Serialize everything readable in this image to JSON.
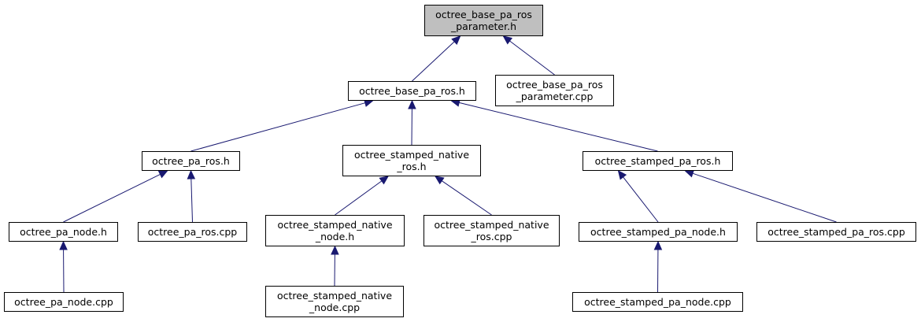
{
  "colors": {
    "edge": "#191970",
    "root_fill": "#bfbfbf",
    "node_fill": "#ffffff",
    "node_border": "#000000"
  },
  "nodes": {
    "root": {
      "label": "octree_base_pa_ros\n_parameter.h"
    },
    "base_pa_ros_h": {
      "label": "octree_base_pa_ros.h"
    },
    "base_pa_ros_parameter_cpp": {
      "label": "octree_base_pa_ros\n_parameter.cpp"
    },
    "pa_ros_h": {
      "label": "octree_pa_ros.h"
    },
    "stamped_native_ros_h": {
      "label": "octree_stamped_native\n_ros.h"
    },
    "stamped_pa_ros_h": {
      "label": "octree_stamped_pa_ros.h"
    },
    "pa_node_h": {
      "label": "octree_pa_node.h"
    },
    "pa_ros_cpp": {
      "label": "octree_pa_ros.cpp"
    },
    "stamped_native_node_h": {
      "label": "octree_stamped_native\n_node.h"
    },
    "stamped_native_ros_cpp": {
      "label": "octree_stamped_native\n_ros.cpp"
    },
    "stamped_pa_node_h": {
      "label": "octree_stamped_pa_node.h"
    },
    "stamped_pa_ros_cpp": {
      "label": "octree_stamped_pa_ros.cpp"
    },
    "pa_node_cpp": {
      "label": "octree_pa_node.cpp"
    },
    "stamped_native_node_cpp": {
      "label": "octree_stamped_native\n_node.cpp"
    },
    "stamped_pa_node_cpp": {
      "label": "octree_stamped_pa_node.cpp"
    }
  },
  "edges": [
    {
      "from": "base_pa_ros_h",
      "to": "root"
    },
    {
      "from": "base_pa_ros_parameter_cpp",
      "to": "root"
    },
    {
      "from": "pa_ros_h",
      "to": "base_pa_ros_h"
    },
    {
      "from": "stamped_native_ros_h",
      "to": "base_pa_ros_h"
    },
    {
      "from": "stamped_pa_ros_h",
      "to": "base_pa_ros_h"
    },
    {
      "from": "pa_node_h",
      "to": "pa_ros_h"
    },
    {
      "from": "pa_ros_cpp",
      "to": "pa_ros_h"
    },
    {
      "from": "stamped_native_node_h",
      "to": "stamped_native_ros_h"
    },
    {
      "from": "stamped_native_ros_cpp",
      "to": "stamped_native_ros_h"
    },
    {
      "from": "stamped_pa_node_h",
      "to": "stamped_pa_ros_h"
    },
    {
      "from": "stamped_pa_ros_cpp",
      "to": "stamped_pa_ros_h"
    },
    {
      "from": "pa_node_cpp",
      "to": "pa_node_h"
    },
    {
      "from": "stamped_native_node_cpp",
      "to": "stamped_native_node_h"
    },
    {
      "from": "stamped_pa_node_cpp",
      "to": "stamped_pa_node_h"
    }
  ]
}
